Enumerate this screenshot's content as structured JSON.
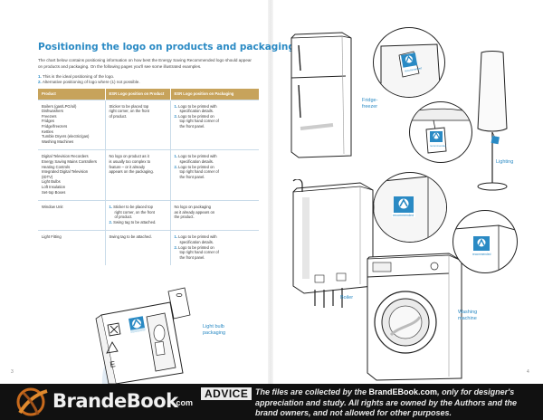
{
  "left_page": {
    "heading": "Positioning the logo on products and packaging",
    "intro": "The chart below contains positioning information on how best the Energy Saving Recommended logo should appear on products and packaging. On the following pages you'll see some illustrated examples.",
    "notes": [
      {
        "num": "1.",
        "text": "This is the ideal positioning of the logo."
      },
      {
        "num": "2.",
        "text": "Alternative positioning of logo where (1) not possible."
      }
    ],
    "table": {
      "headers": [
        "Product",
        "ESR Logo position on Product",
        "ESR Logo position on Packaging"
      ],
      "rows": [
        {
          "product": [
            "Boilers (gas/LPG/oil)",
            "Dishwashers",
            "Freezers",
            "Fridges",
            "Fridge/freezers",
            "Kettles",
            "Tumble Dryers (electric/gas)",
            "Washing Machines"
          ],
          "on_product": [
            "Sticker to be placed top",
            "right corner, on the front",
            "of product."
          ],
          "on_packaging": [
            {
              "num": "1.",
              "lines": [
                "Logo to be printed with",
                "specification details."
              ]
            },
            {
              "num": "2.",
              "lines": [
                "Logo to be printed on",
                "top right hand corner of",
                "the front panel."
              ]
            }
          ]
        },
        {
          "product": [
            "Digital Television Recorders",
            "Energy Saving Mains Controllers",
            "Heating Controls",
            "Integrated Digital Television",
            "(IDTV)",
            "Light Bulbs",
            "Loft Insulation",
            "Set-top Boxes"
          ],
          "on_product": [
            "No logo on product as it",
            "is usually too complex to",
            "feature – or it already",
            "appears on the packaging."
          ],
          "on_packaging": [
            {
              "num": "1.",
              "lines": [
                "Logo to be printed with",
                "specification details."
              ]
            },
            {
              "num": "2.",
              "lines": [
                "Logo to be printed on",
                "top right hand corner of",
                "the front panel."
              ]
            }
          ]
        },
        {
          "product": [
            "Window Unit"
          ],
          "on_product_numbered": [
            {
              "num": "1.",
              "lines": [
                "Sticker to be placed top",
                "right corner, on the front",
                "of product."
              ]
            },
            {
              "num": "2.",
              "lines": [
                "Swing tag to be attached."
              ]
            }
          ],
          "on_packaging_plain": [
            "No logo on packaging",
            "as it already appears on",
            "the product."
          ]
        },
        {
          "product": [
            "Light Fitting"
          ],
          "on_product": [
            "Swing tag to be attached."
          ],
          "on_packaging": [
            {
              "num": "1.",
              "lines": [
                "Logo to be printed with",
                "specification details."
              ]
            },
            {
              "num": "2.",
              "lines": [
                "Logo to be printed on",
                "top right hand corner of",
                "the front panel."
              ]
            }
          ]
        }
      ]
    },
    "bulb_caption": [
      "Light bulb",
      "packaging"
    ],
    "page_number": "3"
  },
  "right_page": {
    "labels": {
      "fridge": [
        "Fridge-",
        "freezer"
      ],
      "lighting": "Lighting",
      "boiler": "Boiler",
      "washing": [
        "Washing",
        "machine"
      ]
    },
    "logo_text": "recommended",
    "page_number": "4"
  },
  "footer": {
    "brand": "BrandeBook",
    "brand_suffix": ".com",
    "advice": "ADVICE",
    "disclaimer_pre": "The files are collected by the ",
    "disclaimer_site": "BrandEBook.com",
    "disclaimer_post": ", only for designer's appreciation and study.  All rights are owned by the Authors and the brand owners, and not allowed for other purposes."
  },
  "colors": {
    "accent": "#2a8ac4",
    "table_header": "#c7a35b",
    "footer_bg": "#111111"
  }
}
